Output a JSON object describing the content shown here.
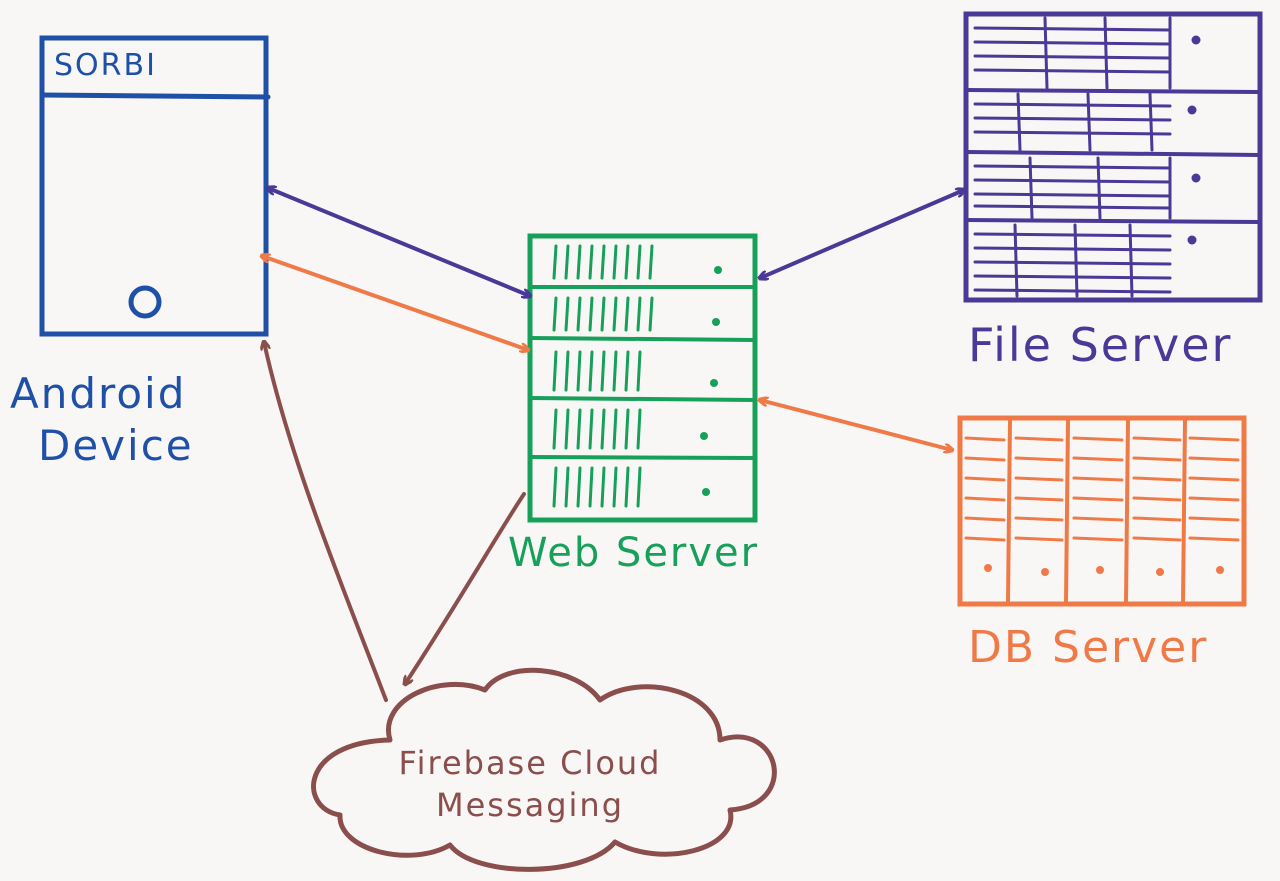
{
  "colors": {
    "android": "#1f50a8",
    "web": "#17a05a",
    "file": "#4a3996",
    "db": "#f07a47",
    "fcm": "#8a4f4c",
    "paper": "#f8f7f6"
  },
  "android": {
    "screen_title": "SORBI",
    "label_line1": "Android",
    "label_line2": "Device"
  },
  "web_server": {
    "label": "Web Server"
  },
  "file_server": {
    "label": "File Server"
  },
  "db_server": {
    "label": "DB Server"
  },
  "fcm": {
    "label_line1": "Firebase Cloud",
    "label_line2": "Messaging"
  },
  "connections": [
    {
      "from": "android-device",
      "to": "web-server",
      "color": "file",
      "direction": "both"
    },
    {
      "from": "android-device",
      "to": "web-server",
      "color": "db",
      "direction": "both"
    },
    {
      "from": "web-server",
      "to": "file-server",
      "color": "file",
      "direction": "both"
    },
    {
      "from": "web-server",
      "to": "db-server",
      "color": "db",
      "direction": "both"
    },
    {
      "from": "web-server",
      "to": "firebase-cloud-messaging",
      "color": "fcm",
      "direction": "forward"
    },
    {
      "from": "firebase-cloud-messaging",
      "to": "android-device",
      "color": "fcm",
      "direction": "forward"
    }
  ]
}
